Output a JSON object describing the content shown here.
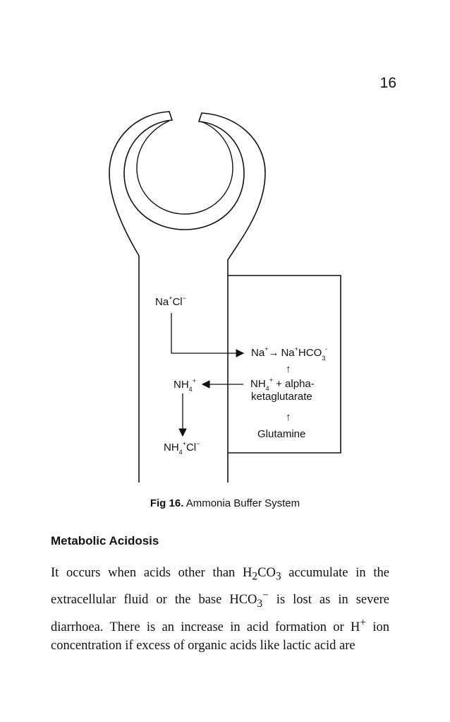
{
  "page_number": "16",
  "diagram": {
    "na_cl": {
      "main": "Na",
      "sup1": "+",
      "mid": "Cl",
      "sup2": "−"
    },
    "na_hco3": {
      "p1": "Na",
      "p1sup": "+",
      "arrow": "→",
      "p2": "Na",
      "p2sup": "+",
      "p3": "HCO",
      "sub": "3",
      "sup": "-"
    },
    "nh4_left": {
      "main": "NH",
      "sub": "4",
      "sup": "+"
    },
    "nh4_alpha": {
      "main": "NH",
      "sub": "4",
      "sup": "+",
      "rest": " + alpha-"
    },
    "ketaglutarate": "ketaglutarate",
    "up_arrow": "↑",
    "glutamine": "Glutamine",
    "nh4cl": {
      "main": "NH",
      "sub": "4",
      "sup": "+",
      "rest": "Cl",
      "sup2": "−"
    }
  },
  "caption": {
    "label": "Fig 16.",
    "text": " Ammonia Buffer System"
  },
  "heading": "Metabolic Acidosis",
  "paragraph": [
    "It occurs when acids other than H",
    "2",
    "CO",
    "3",
    " accumulate in the extracellular fluid or the base HCO",
    "3",
    "−",
    " is lost as in severe diarrhoea. There is an increase in acid formation or H",
    "+",
    " ion concentration if excess of organic acids like lactic acid are"
  ]
}
